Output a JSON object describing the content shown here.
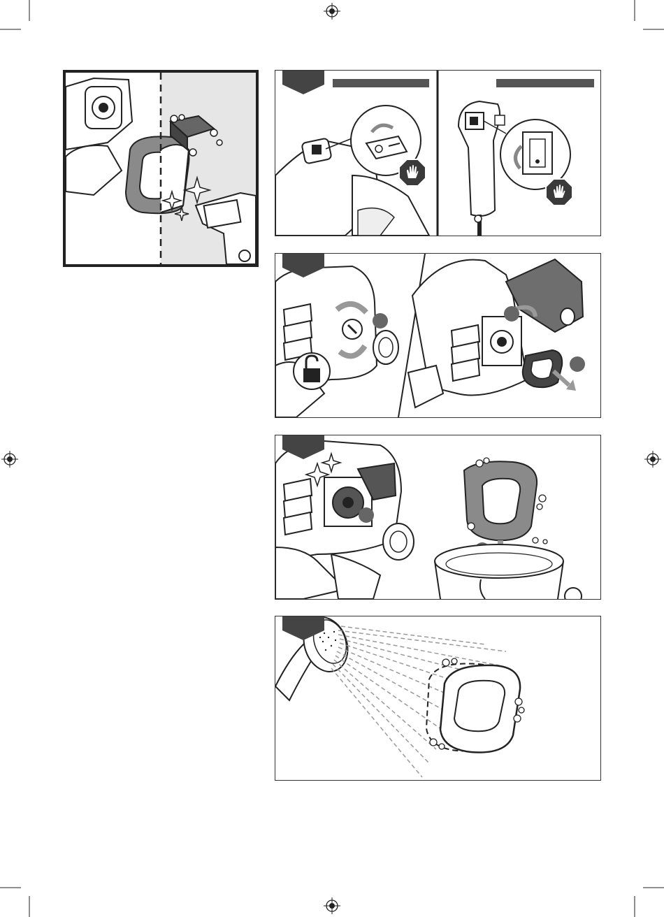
{
  "colors": {
    "line": "#222222",
    "flag": "#444444",
    "panel_gray": "#e6e6e6",
    "part_gray": "#6e6e6e",
    "stop_octagon": "#3a3a3a"
  },
  "icons": {
    "registration_marks": "crosshair-circle",
    "stop": "hand-stop-octagon",
    "unlock": "padlock-open",
    "sparkle": "sparkle-star"
  }
}
